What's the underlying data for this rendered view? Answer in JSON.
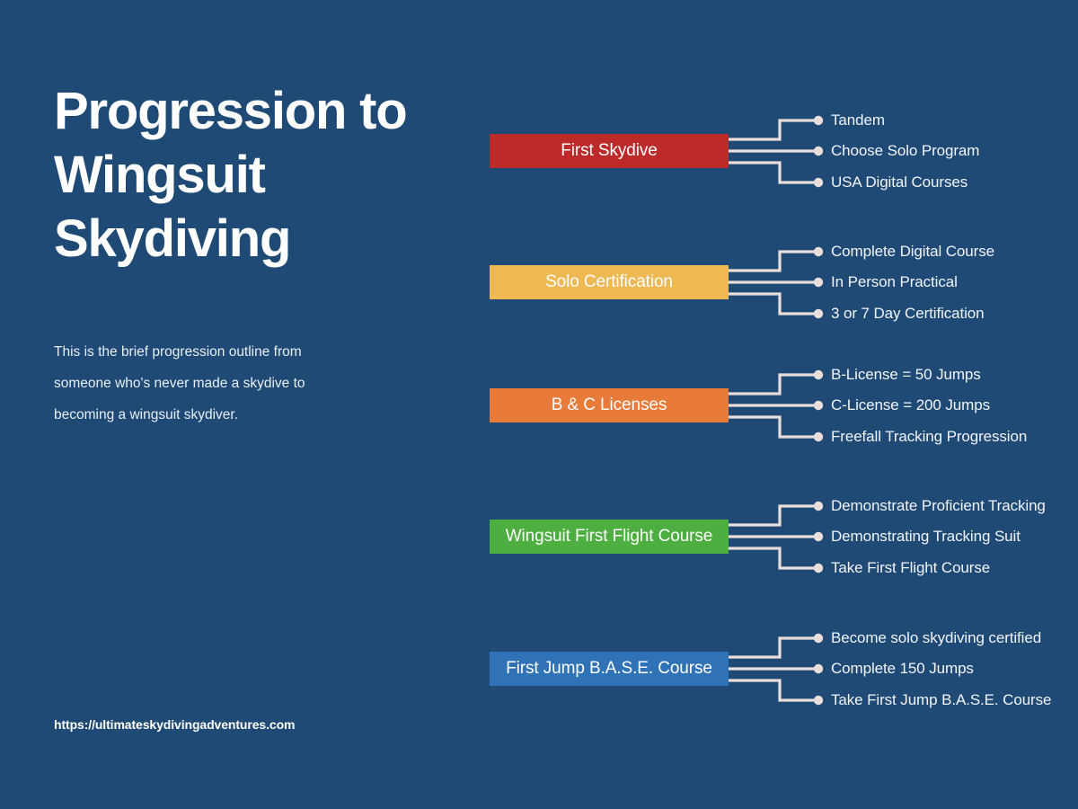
{
  "meta": {
    "background_color": "#1e4a75",
    "text_color": "#ffffff",
    "connector_color": "#e8dedb"
  },
  "headline": "Progression to Wingsuit Skydiving",
  "intro": "This is the brief progression outline from someone who's never made a skydive to becoming a wingsuit skydiver.",
  "site_url": "https://ultimateskydivingadventures.com",
  "chart_data": {
    "type": "diagram",
    "title": "Progression to Wingsuit Skydiving",
    "layout": "horizontal-tree / flowchart, 5 stages each with 3 branches",
    "stages": [
      {
        "label": "First Skydive",
        "color": "#be2a2a",
        "branches": [
          "Tandem",
          "Choose Solo Program",
          "USA Digital Courses"
        ]
      },
      {
        "label": "Solo Certification",
        "color": "#eeb852",
        "branches": [
          "Complete Digital Course",
          "In Person Practical",
          "3 or 7 Day Certification"
        ]
      },
      {
        "label": "B & C Licenses",
        "color": "#e87b39",
        "branches": [
          "B-License = 50 Jumps",
          "C-License = 200 Jumps",
          "Freefall Tracking Progression"
        ]
      },
      {
        "label": "Wingsuit First Flight Course",
        "color": "#4caf3f",
        "branches": [
          "Demonstrate Proficient Tracking",
          "Demonstrating Tracking Suit",
          "Take First Flight Course"
        ]
      },
      {
        "label": "First Jump B.A.S.E. Course",
        "color": "#2f72b5",
        "branches": [
          "Become solo skydiving certified",
          "Complete 150 Jumps",
          "Take First Jump B.A.S.E. Course"
        ]
      }
    ]
  }
}
